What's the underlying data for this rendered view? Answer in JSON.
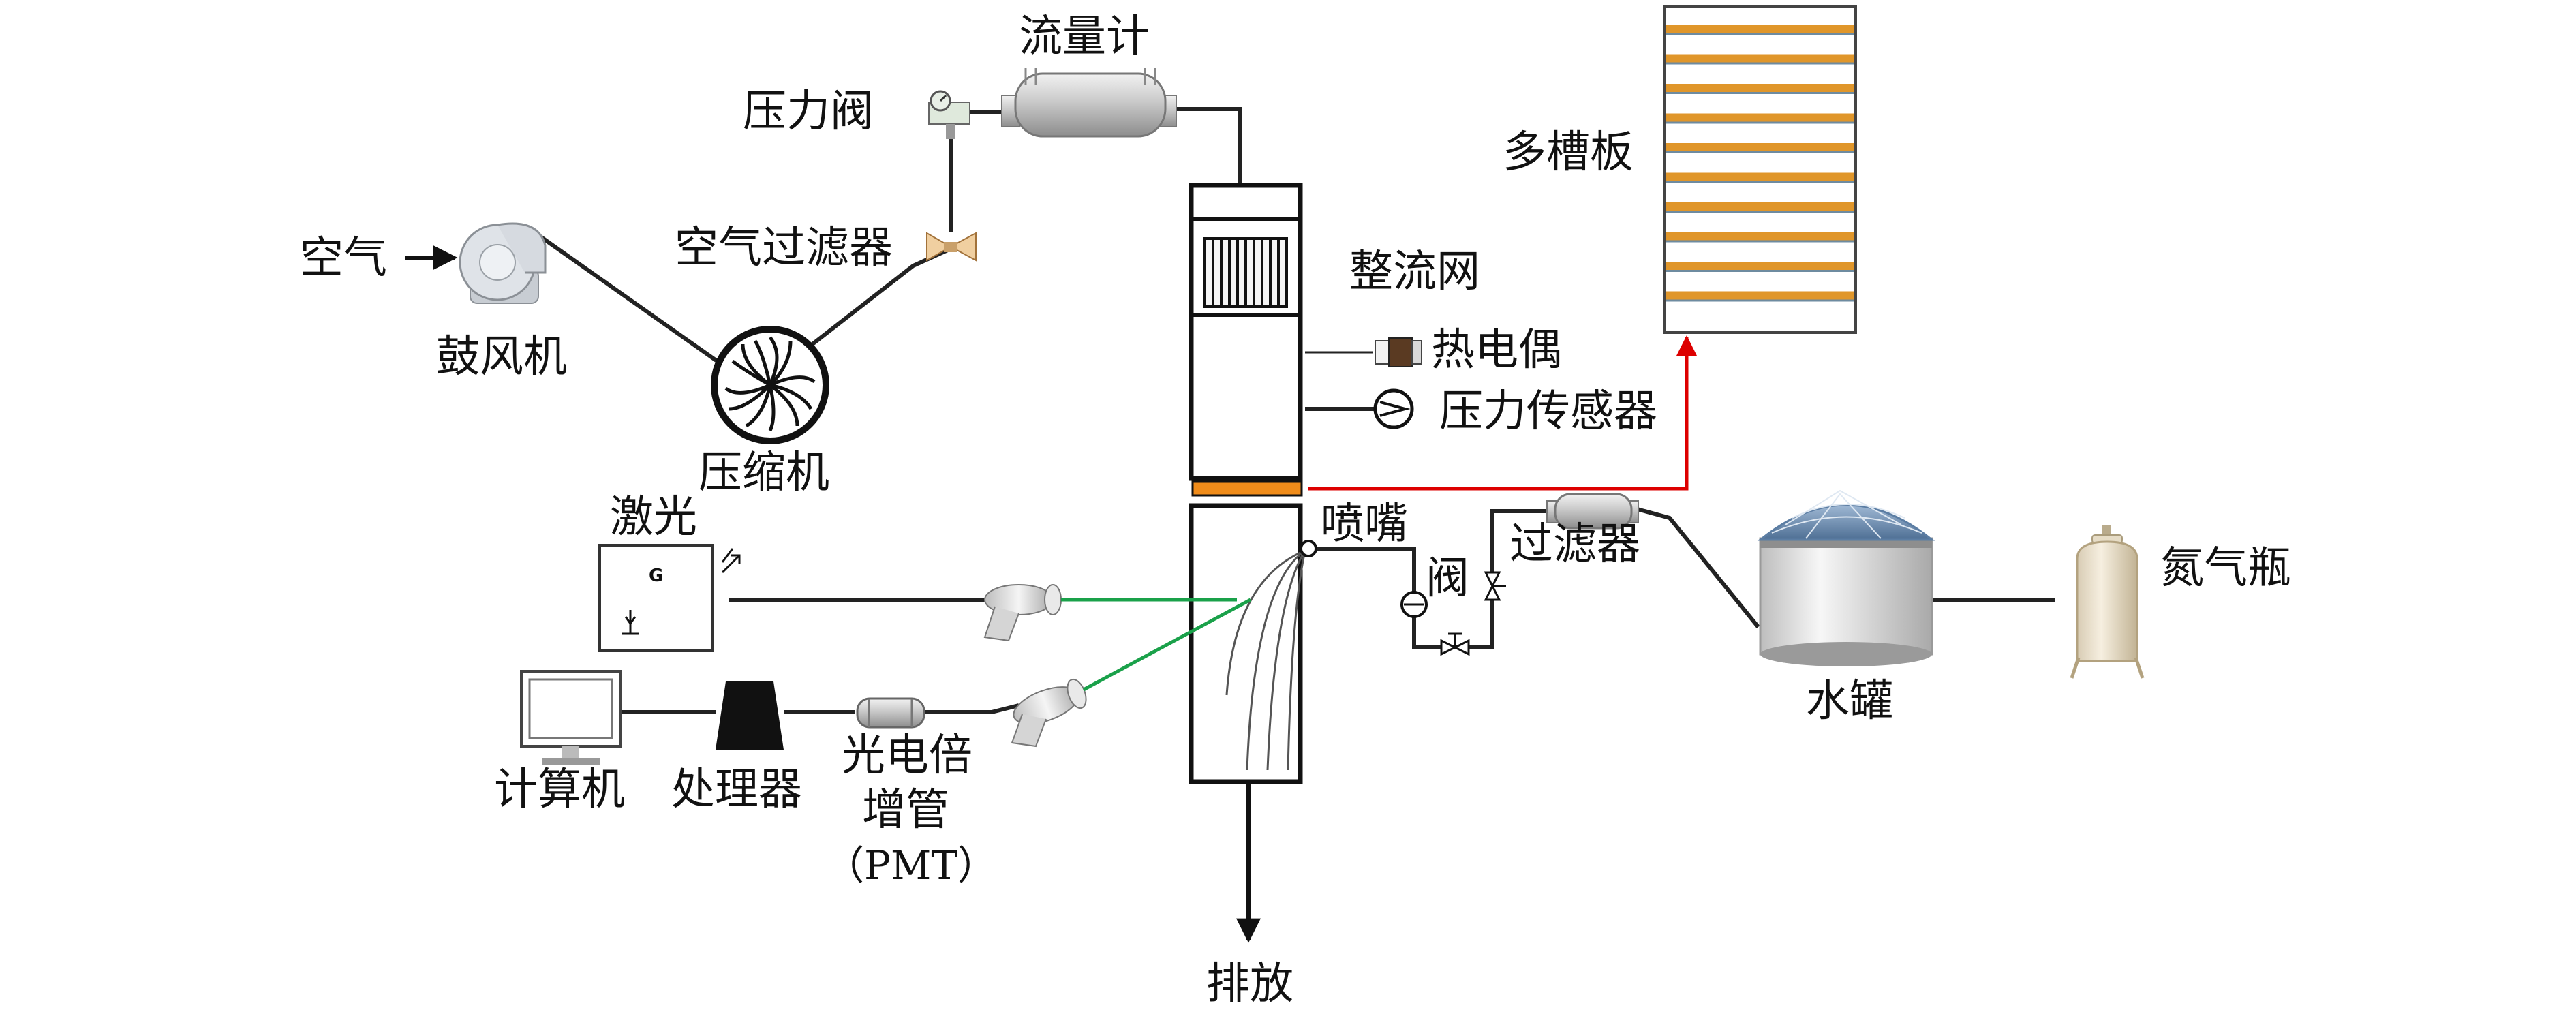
{
  "labels": {
    "flowmeter": "流量计",
    "pressure_valve": "压力阀",
    "air": "空气",
    "air_filter": "空气过滤器",
    "blower": "鼓风机",
    "compressor": "压缩机",
    "flow_straightener": "整流网",
    "thermocouple": "热电偶",
    "pressure_sensor": "压力传感器",
    "multi_slot_plate": "多槽板",
    "laser": "激光",
    "nozzle": "喷嘴",
    "valve": "阀",
    "filter": "过滤器",
    "water_tank": "水罐",
    "nitrogen_bottle": "氮气瓶",
    "computer": "计算机",
    "processor": "处理器",
    "pmt_line1": "光电倍",
    "pmt_line2": "增管",
    "pmt_line3": "（PMT）",
    "exhaust": "排放",
    "laser_glyph": "G"
  },
  "colors": {
    "line": "#222222",
    "laser_beam": "#1aa14a",
    "red_link": "#dd0000",
    "plate_slot": "#e0962a",
    "plate_gap": "#6e8ba0",
    "orange_band": "#f08c1a",
    "tank_roof": "#6d8fb5"
  },
  "icons": [
    "flowmeter-icon",
    "pressure-valve-icon",
    "air-filter-icon",
    "blower-icon",
    "compressor-icon",
    "flow-straightener-icon",
    "thermocouple-icon",
    "pressure-sensor-icon",
    "laser-emitter-icon",
    "receiver-optics-icon",
    "photomultiplier-icon",
    "processor-icon",
    "computer-monitor-icon",
    "needle-valve-icon",
    "water-tank-icon",
    "nitrogen-cylinder-icon"
  ]
}
